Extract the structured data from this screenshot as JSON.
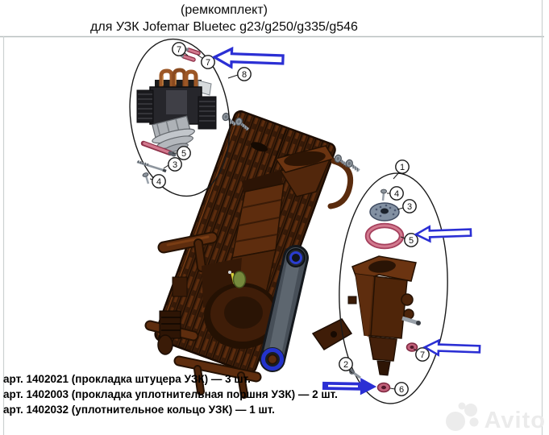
{
  "header": {
    "line1": "(ремкомплект)",
    "line2": "для УЗК Jofemar Bluetec g23/g250/g335/g546"
  },
  "diagram": {
    "callouts": {
      "n7a": "7",
      "n7b": "7",
      "n8": "8",
      "n5l": "5",
      "n3l": "3",
      "n4l": "4",
      "n1": "1",
      "n4r": "4",
      "n3r": "3",
      "n5r": "5",
      "n7r": "7",
      "n2": "2",
      "n6": "6"
    },
    "colors": {
      "arrow_blue": "#2b2fd4",
      "seal_pink": "#d2798e",
      "body_brown": "#5a2a0c",
      "metal_gray": "#9aa2ab"
    }
  },
  "footer": {
    "lines": [
      "арт. 1402021 (прокладка штуцера УЗК) — 3 шт.",
      "арт. 1402003 (прокладка уплотнительная поршня УЗК) — 2 шт.",
      "арт. 1402032 (уплотнительное кольцо УЗК) — 1 шт."
    ]
  },
  "watermark": {
    "text": "Avito"
  }
}
